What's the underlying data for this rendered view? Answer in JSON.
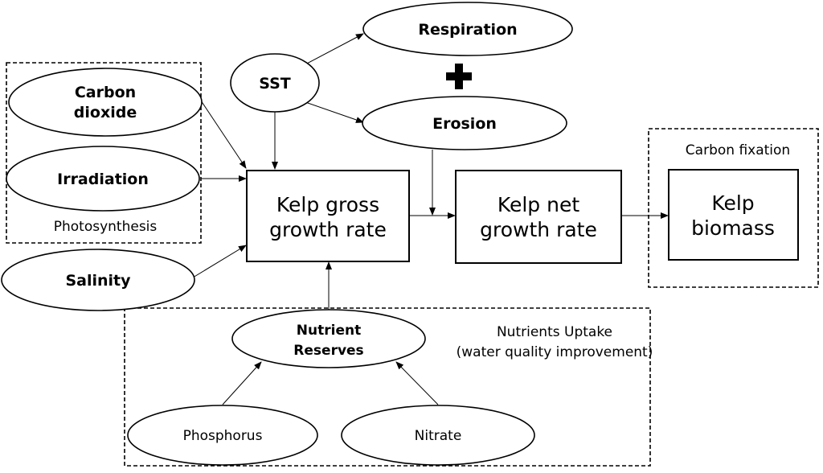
{
  "groups": {
    "photosynthesis": "Photosynthesis",
    "carbon_fixation": "Carbon fixation",
    "nutrients_line1": "Nutrients Uptake",
    "nutrients_line2": "(water quality improvement)"
  },
  "nodes": {
    "carbon_dioxide": [
      "Carbon",
      "dioxide"
    ],
    "irradiation": "Irradiation",
    "salinity": "Salinity",
    "sst": "SST",
    "respiration": "Respiration",
    "erosion": "Erosion",
    "plus": "+",
    "gross": [
      "Kelp gross",
      "growth rate"
    ],
    "net": [
      "Kelp net",
      "growth rate"
    ],
    "biomass": [
      "Kelp",
      "biomass"
    ],
    "nutrient_reserves": [
      "Nutrient",
      "Reserves"
    ],
    "phosphorus": "Phosphorus",
    "nitrate": "Nitrate"
  }
}
